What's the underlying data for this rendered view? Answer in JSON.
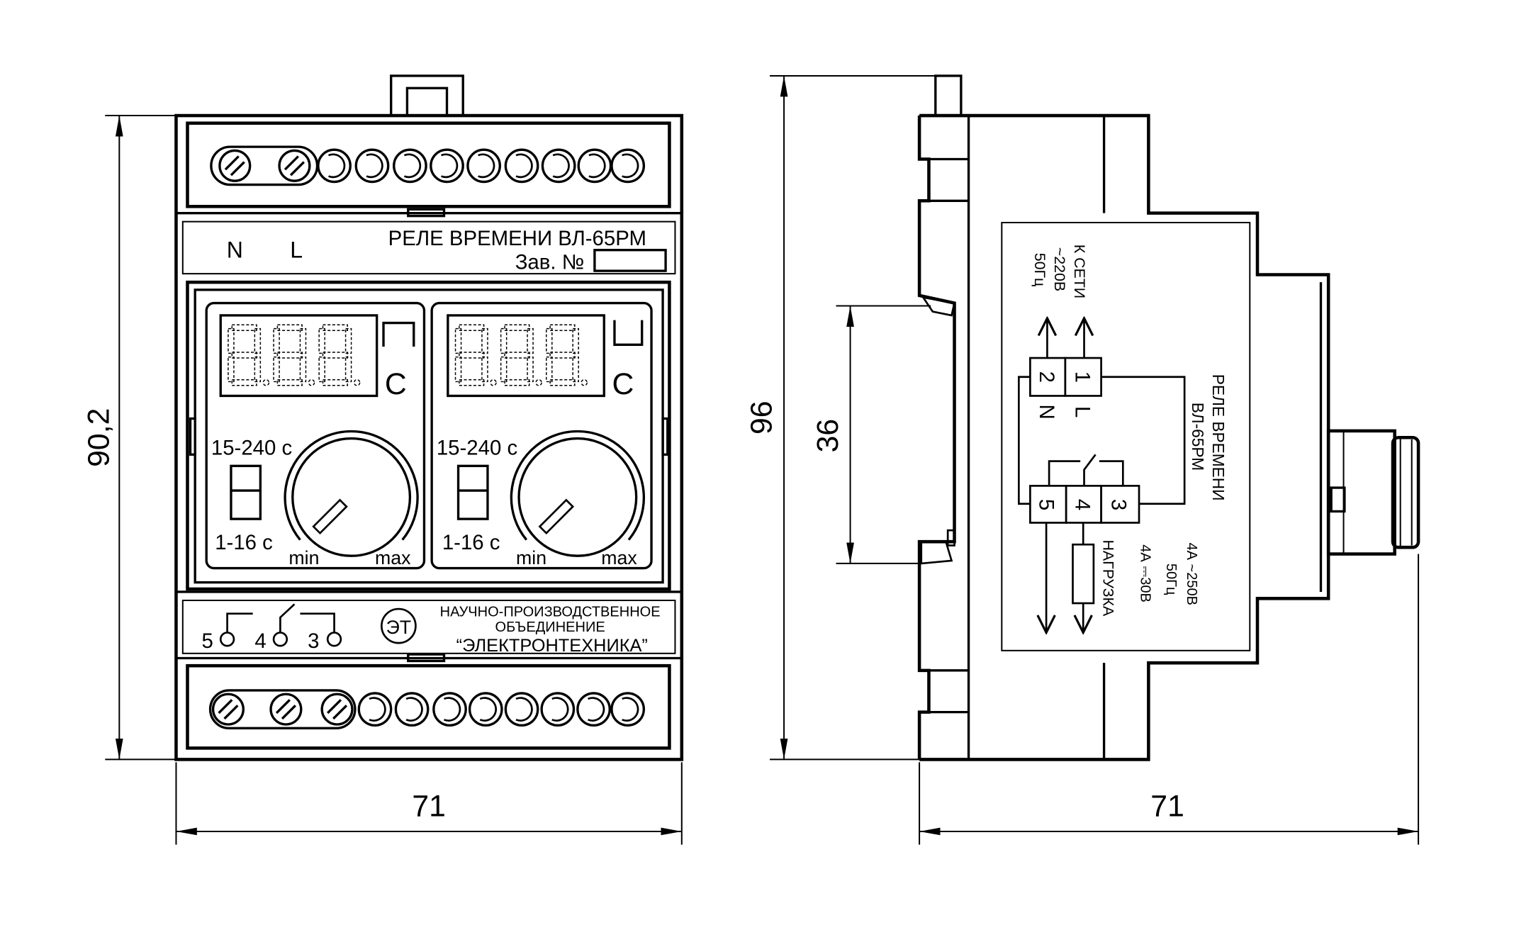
{
  "front": {
    "label_n": "N",
    "label_l": "L",
    "title": "РЕЛЕ ВРЕМЕНИ ВЛ-65РМ",
    "serial_label": "Зав. №",
    "channels": [
      {
        "unit": "С",
        "range_high": "15-240 с",
        "range_low": "1-16 с",
        "min": "min",
        "max": "max"
      },
      {
        "unit": "С",
        "range_high": "15-240 с",
        "range_low": "1-16 с",
        "min": "min",
        "max": "max"
      }
    ],
    "contacts": [
      "5",
      "4",
      "3"
    ],
    "logo": "ЭТ",
    "org_line1": "НАУЧНО-ПРОИЗВОДСТВЕННОЕ",
    "org_line2": "ОБЪЕДИНЕНИЕ",
    "org_line3": "“ЭЛЕКТРОНТЕХНИКА”"
  },
  "side": {
    "supply": [
      "К СЕТИ",
      "~220В",
      "50Гц"
    ],
    "supply_terminals": [
      "2",
      "1"
    ],
    "supply_labels": [
      "N",
      "L"
    ],
    "title": [
      "РЕЛЕ ВРЕМЕНИ",
      "ВЛ-65РМ"
    ],
    "output_terminals": [
      "5",
      "4",
      "3"
    ],
    "load": "НАГРУЗКА",
    "ratings": [
      "4А  ~250В",
      "50Гц",
      "4А ⎓30В"
    ]
  },
  "dimensions": {
    "front_height": "90,2",
    "front_width": "71",
    "side_height": "96",
    "rail": "36",
    "side_width": "71"
  }
}
